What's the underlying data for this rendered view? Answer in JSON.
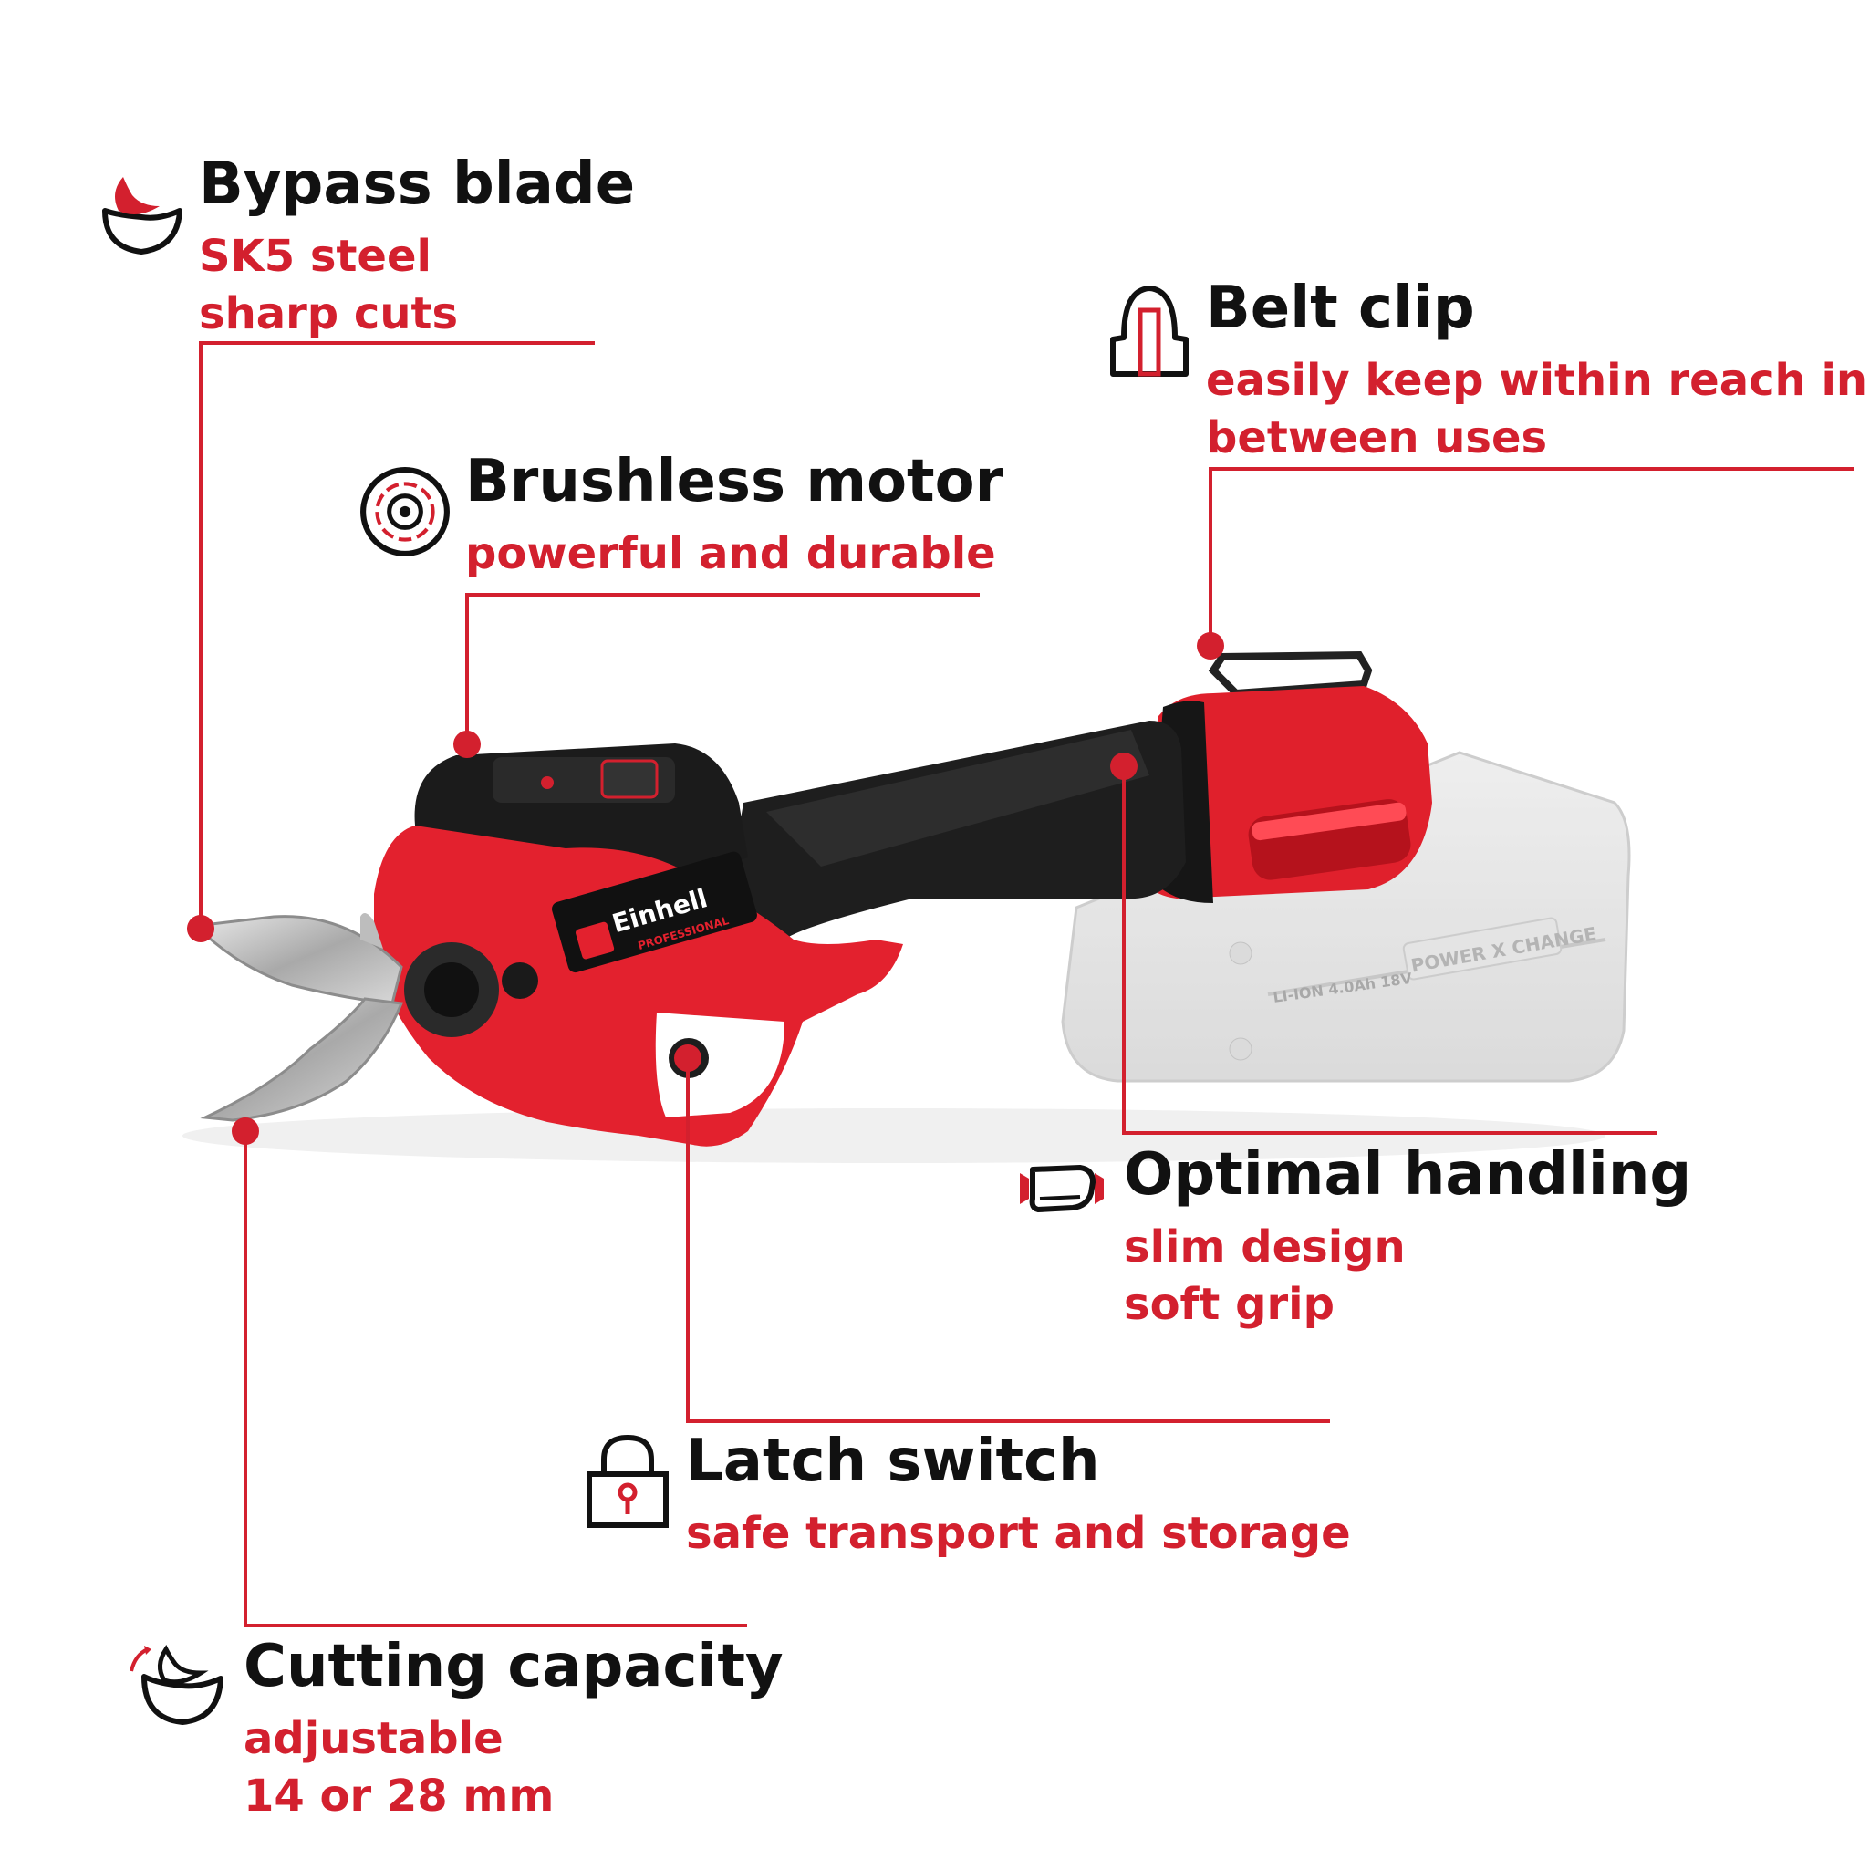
{
  "colors": {
    "accent": "#d3202e",
    "text": "#111111",
    "background": "#ffffff"
  },
  "features": {
    "bypass": {
      "title": "Bypass blade",
      "line1": "SK5 steel",
      "line2": "sharp cuts",
      "icon": "bypass-blade-icon"
    },
    "motor": {
      "title": "Brushless motor",
      "line1": "powerful and durable",
      "icon": "brushless-motor-icon"
    },
    "beltclip": {
      "title": "Belt clip",
      "line1": "easily keep within reach in",
      "line2": "between uses",
      "icon": "belt-clip-icon"
    },
    "handling": {
      "title": "Optimal handling",
      "line1": "slim design",
      "line2": "soft grip",
      "icon": "hand-grip-icon"
    },
    "latch": {
      "title": "Latch switch",
      "line1": "safe transport and storage",
      "icon": "padlock-icon"
    },
    "capacity": {
      "title": "Cutting capacity",
      "line1": "adjustable",
      "line2": "14 or 28 mm",
      "icon": "cutting-capacity-icon"
    }
  },
  "product": {
    "brand": "Einhell",
    "brand_line": "PROFESSIONAL",
    "battery_brand": "POWER X CHANGE",
    "battery_spec": "LI-ION 4.0Ah 18V"
  }
}
